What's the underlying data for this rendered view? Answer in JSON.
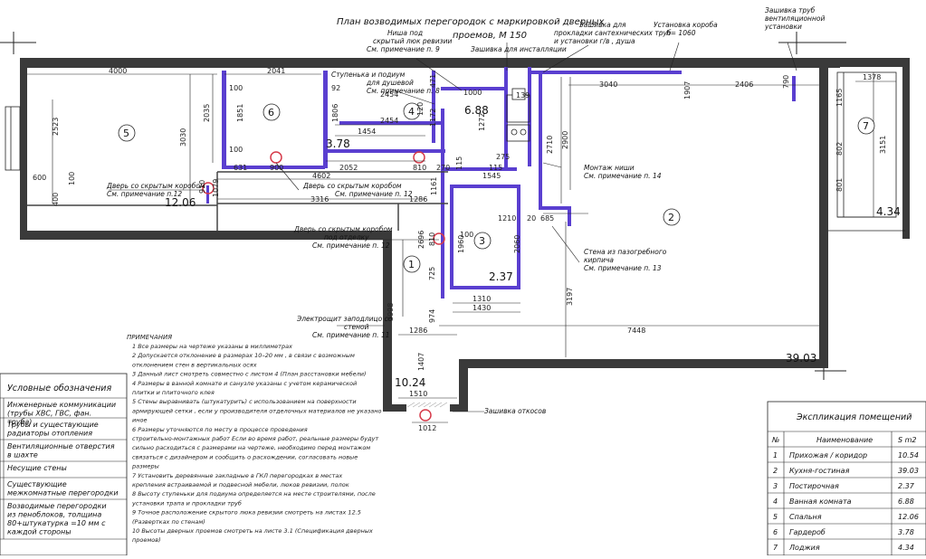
{
  "title_line1": "План возводимых перегородок с маркировкой дверных",
  "title_line2": "проемов, М 150",
  "callouts": {
    "niche": [
      "Ниша под",
      "скрытый люк ревизии",
      "См. примечание п. 9"
    ],
    "pipe_enclosure": [
      "Зашивка для",
      "прокладки сантехнических труб",
      "и установки г/в , душа"
    ],
    "installation_box": "Зашивка для инсталляции",
    "box_install": [
      "Установка короба",
      "h= 1060"
    ],
    "vent_pipes": [
      "Зашивка труб",
      "вентиляционной",
      "установки"
    ],
    "step_podium": [
      "Ступенька и подиум",
      "для душевой",
      "См. примечание п. 8"
    ],
    "hidden_door_12a": [
      "Дверь со скрытым коробом",
      "См. примечание п.12"
    ],
    "hidden_door_12b": [
      "Дверь со скрытым коробом",
      "См. примечание п. 12"
    ],
    "hidden_door_12c": [
      "Дверь со скрытым коробом",
      "под отделку",
      "См. примечание п. 12"
    ],
    "niche_mount": [
      "Монтаж ниши",
      "См. примечание п. 14"
    ],
    "glass_wall": [
      "Стена из пазогребного",
      "кирпича",
      "См. примечание п. 13"
    ],
    "power_panel": [
      "Электрощит заподлицо со",
      "стеной",
      "См. примечание п. 11"
    ],
    "slopes": "Зашивка откосов"
  },
  "room_numbers": [
    "1",
    "2",
    "3",
    "4",
    "5",
    "6",
    "7"
  ],
  "room_areas": {
    "r1": "10.24",
    "r2": "39.03",
    "r3": "2.37",
    "r4": "6.88",
    "r5": "12.06",
    "r6": "3.78",
    "r7": "4.34"
  },
  "dimensions": [
    "4000",
    "2041",
    "2523",
    "3030",
    "2035",
    "100",
    "1851",
    "100",
    "92",
    "1806",
    "2454",
    "2454",
    "1454",
    "471",
    "1000",
    "1172",
    "2052",
    "4602",
    "631",
    "900",
    "810",
    "270",
    "3316",
    "1286",
    "1161",
    "600",
    "1079",
    "910",
    "115",
    "275",
    "115",
    "1545",
    "1210",
    "685",
    "2710",
    "2900",
    "3040",
    "2406",
    "790",
    "1378",
    "1165",
    "3151",
    "802",
    "801",
    "2696",
    "810",
    "1960",
    "2060",
    "725",
    "1310",
    "1430",
    "974",
    "3197",
    "7448",
    "1286",
    "3998",
    "1407",
    "1510",
    "1012",
    "139",
    "1272",
    "100",
    "20",
    "400",
    "100",
    "120",
    "1907"
  ],
  "notes_title": "ПРИМЕЧАНИЯ",
  "notes": [
    "1   Все размеры на чертеже указаны в миллиметрах",
    "2   Допускается отклонение в размерах 10–20 мм , в связи с возможным",
    "     отклонением стен в вертикальных осях",
    "3   Данный лист смотреть совместно с листом 4 (План расстановки мебели)",
    "4   Размеры в ванной комнате и санузле указаны с учетом керамической",
    "     плитки и плиточного клея",
    "5   Стены выравнивать (штукатурить) с использованием на поверхности",
    "     армирующей сетки , если у производителя отделочных материалов не указано",
    "     иное",
    "6   Размеры уточняются по месту в процессе проведения",
    "     строительно-монтажных работ Если во время работ, реальные размеры будут",
    "     сильно расходиться с размерами на чертеже, необходимо перед монтажом",
    "     связаться с дизайнером и сообщить о расхождении, согласовать новые",
    "     размеры",
    "7   Установить деревянные закладные в ГКЛ перегородках в местах",
    "     крепления встраиваемой и подвесной мебели, люков ревизии, полок",
    "8   Высоту ступеньки для подиума определяется на месте строителями, после",
    "     установки трапа и прокладки труб",
    "9   Точное расположение скрытого люка ревизии смотреть на листах 12.5",
    "     (Развертках по стенам)",
    "10  Высоты дверных проемов смотреть на листе 3.1 (Спецификация дверных",
    "     проемов)"
  ],
  "legend": {
    "title": "Условные обозначения",
    "items": [
      "Инженерные коммуникации (трубы ХВС, ГВС, фан. труба)",
      "Трубы и существующие радиаторы отопления",
      "Вентиляционные отверстия в шахте",
      "Несущие стены",
      "Существующие межкомнатные перегородки",
      "Возводимые перегородки из пеноблоков, толщина 80+штукатурка =10 мм с каждой стороны"
    ]
  },
  "explication": {
    "title": "Экспликация помещений",
    "headers": [
      "№",
      "Наименование",
      "S m2"
    ],
    "rows": [
      [
        "1",
        "Прихожая / коридор",
        "10.54"
      ],
      [
        "2",
        "Кухня-гостиная",
        "39.03"
      ],
      [
        "3",
        "Постирочная",
        "2.37"
      ],
      [
        "4",
        "Ванная комната",
        "6.88"
      ],
      [
        "5",
        "Спальня",
        "12.06"
      ],
      [
        "6",
        "Гардероб",
        "3.78"
      ],
      [
        "7",
        "Лоджия",
        "4.34"
      ]
    ]
  },
  "colors": {
    "wall": "#3a3a3a",
    "partition": "#5a3fd0",
    "marker": "#d63a4a",
    "line": "#222222"
  }
}
